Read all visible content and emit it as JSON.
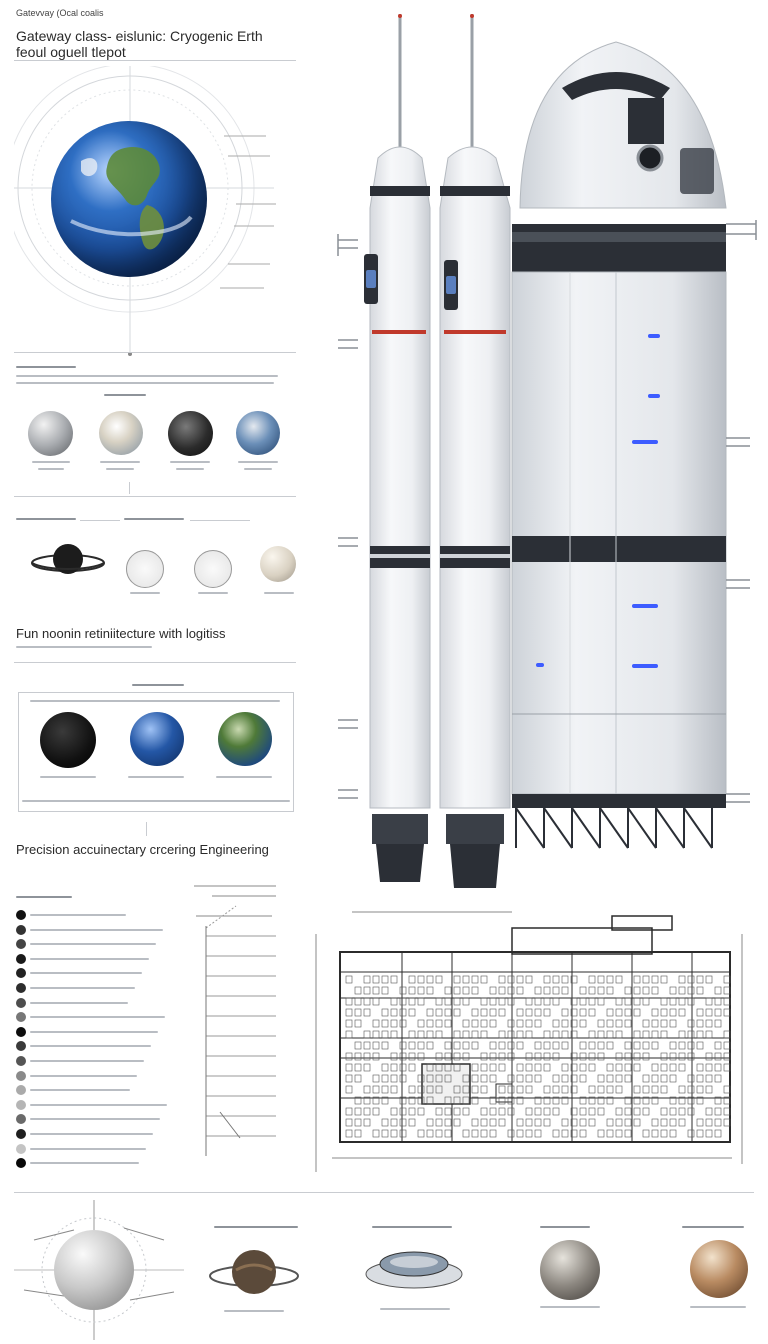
{
  "header": {
    "kicker": "Gatevvay (Ocal coalis",
    "title_line1": "Gateway class- eislunic: Cryogenic Erth",
    "title_line2": "feoul oguell tlepot"
  },
  "sections": {
    "architecture_heading": "Fun noonin retiniitecture with logitiss",
    "engineering_heading": "Precision accuinectary crcering Engineering"
  },
  "icons": [
    "earth-globe-icon",
    "moon-sphere-icon",
    "planet-icon",
    "ringed-planet-icon",
    "rocket-icon",
    "crew-capsule-icon",
    "blueprint-icon"
  ],
  "colors": {
    "ocean": "#1c4f9c",
    "land": "#5c8a3a",
    "rocket_white": "#eef0f3",
    "rocket_dark": "#2b2f36",
    "stripe_red": "#c0392b",
    "blueprint_ink": "#2b2b2b",
    "indicator_blue": "#3d5cff"
  }
}
